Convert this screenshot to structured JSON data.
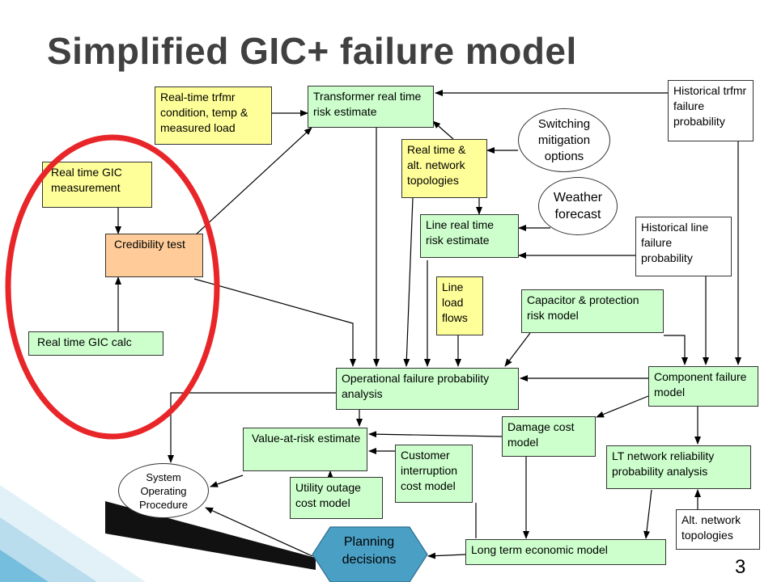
{
  "title": "Simplified GIC+ failure model",
  "page_number": "3",
  "nodes": {
    "realtime_trfmr": "Real-time trfmr condition, temp & measured load",
    "transformer_risk": "Transformer real time risk estimate",
    "historical_trfmr": "Historical trfmr failure probability",
    "switching": "Switching\nmitigation\noptions",
    "realtime_topologies": "Real time & alt. network topologies",
    "gic_measurement": "Real time GIC measurement",
    "weather": "Weather\nforecast",
    "line_risk": "Line real time risk estimate",
    "historical_line": "Historical line failure probability",
    "credibility": "Credibility test",
    "line_load": "Line load flows",
    "capacitor": "Capacitor & protection risk model",
    "gic_calc": "Real time GIC calc",
    "operational": "Operational failure probability analysis",
    "component": "Component failure model",
    "damage_cost": "Damage cost model",
    "value_at_risk": "Value-at-risk estimate",
    "customer_interruption": "Customer interruption cost model",
    "lt_network": "LT network reliability probability analysis",
    "system_operating": "System\nOperating\nProcedure",
    "utility_outage": "Utility outage cost model",
    "alt_topologies": "Alt. network topologies",
    "planning": "Planning\ndecisions",
    "long_term": "Long term economic model"
  },
  "colors": {
    "green": "#ccffcc",
    "yellow": "#ffff99",
    "orange": "#ffcc99",
    "highlight_circle": "#e8262a",
    "diamond": "#4a9fc4"
  }
}
